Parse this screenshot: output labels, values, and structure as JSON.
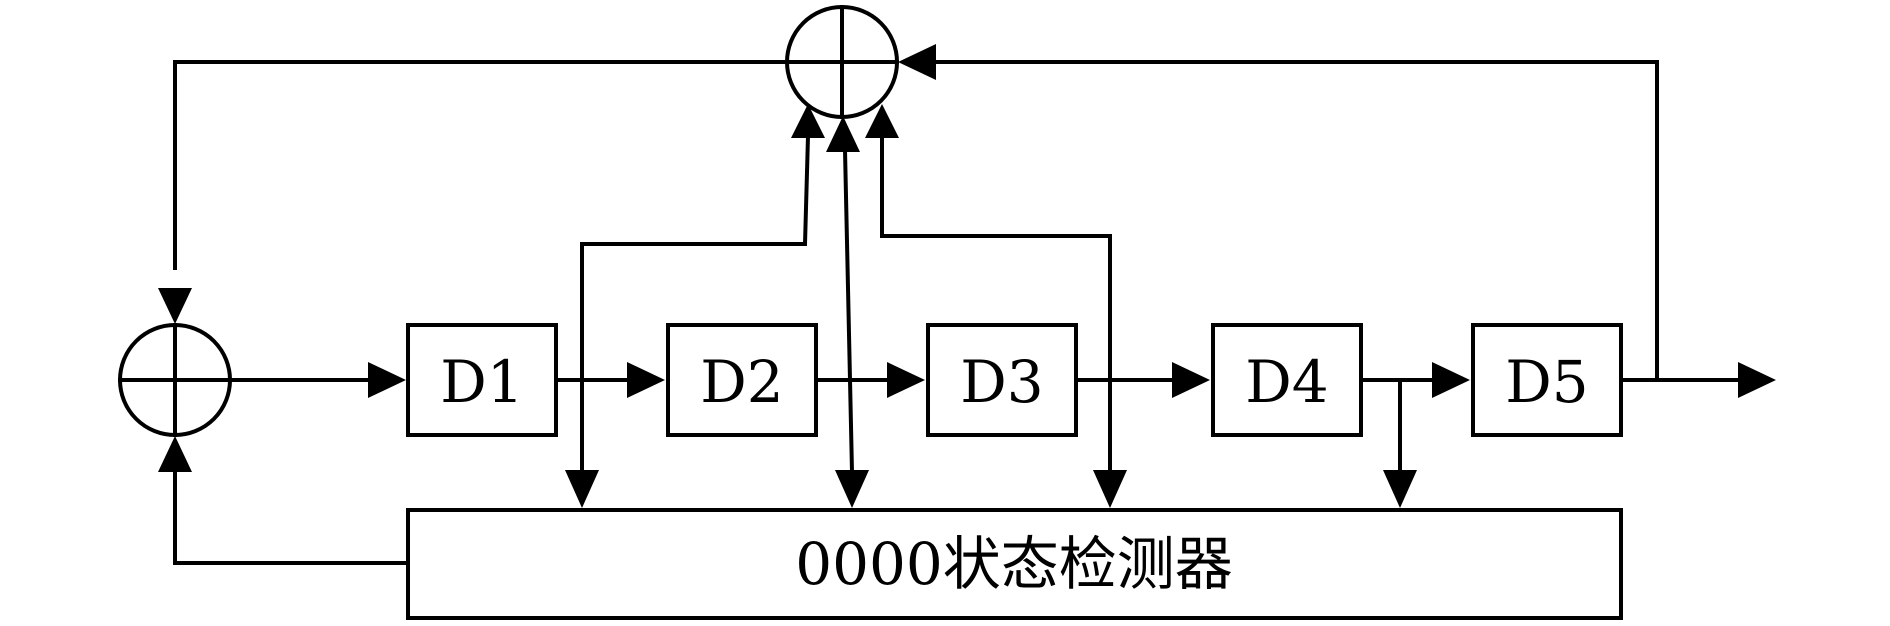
{
  "diagram": {
    "registers": [
      "D1",
      "D2",
      "D3",
      "D4",
      "D5"
    ],
    "detector_label": "0000状态检测器"
  }
}
